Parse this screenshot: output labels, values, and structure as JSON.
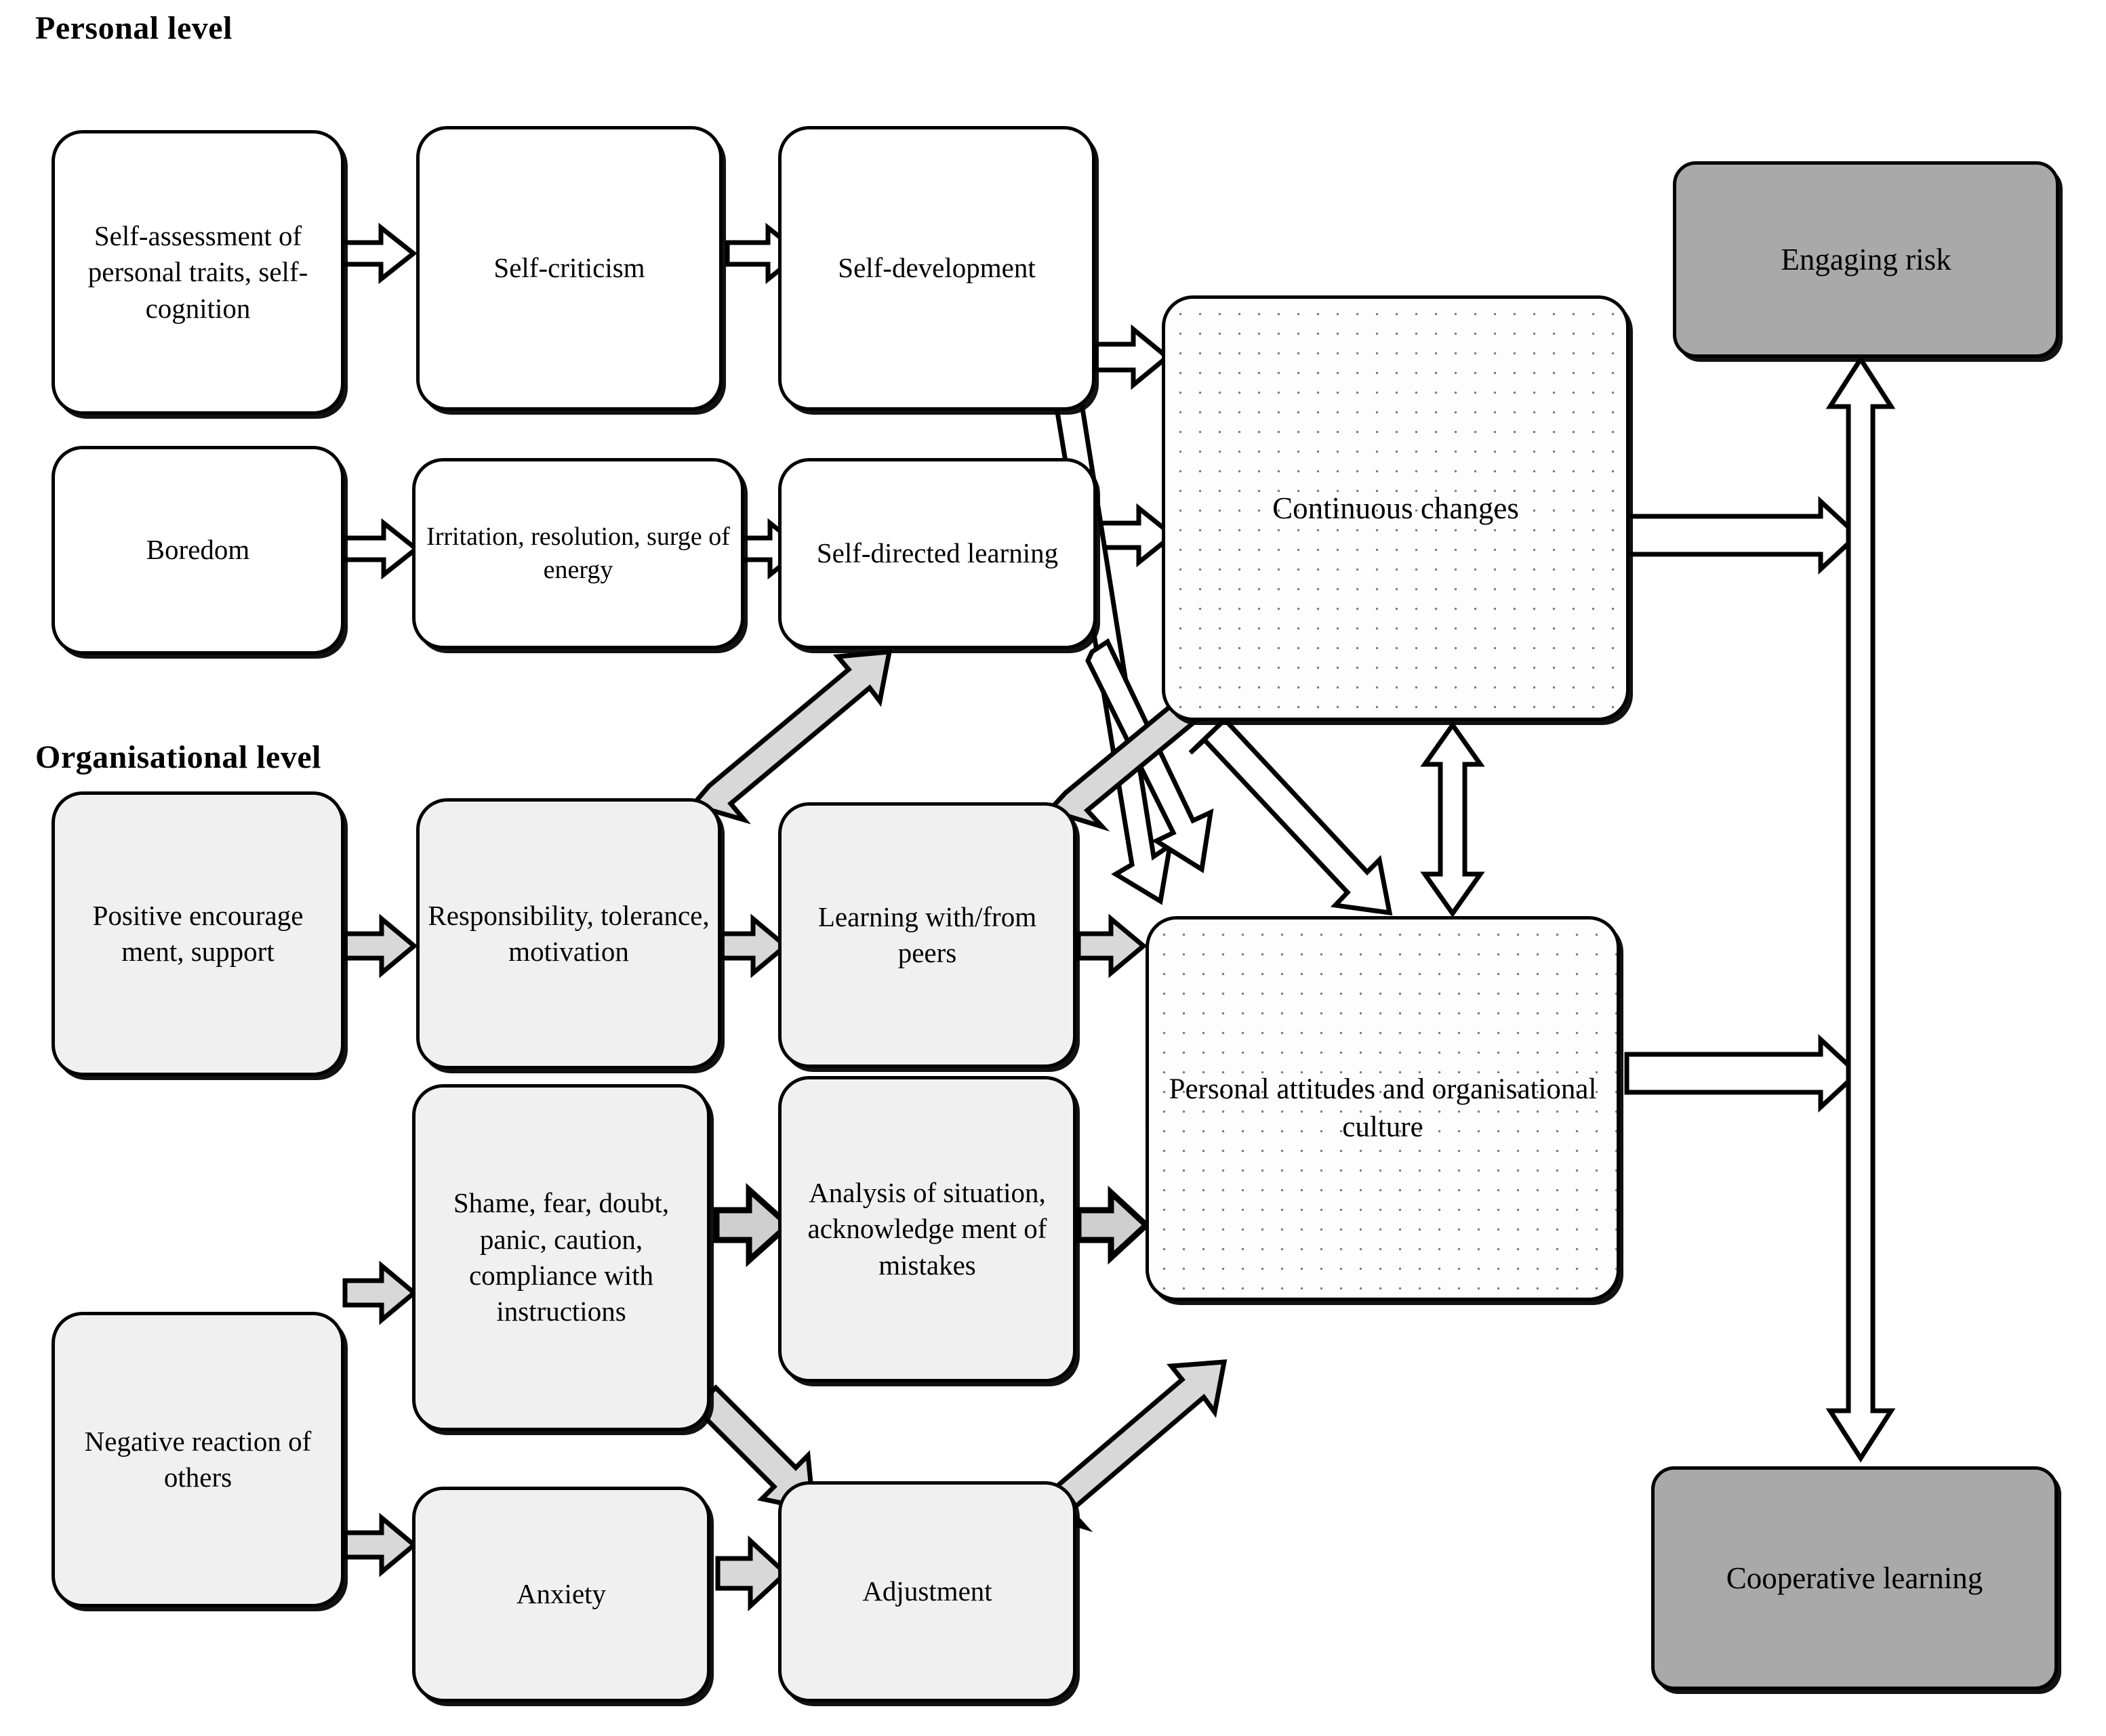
{
  "diagram": {
    "title_personal": "Personal level",
    "title_organisational": "Organisational level",
    "colors": {
      "outline": "#000000",
      "white_fill": "#ffffff",
      "light_fill": "#f0f0f0",
      "grey_fill": "#a9a9a9",
      "dotted_fill": "#fdfdfd",
      "dot_color": "#7a7a7a",
      "arrow_white": "#ffffff",
      "arrow_grey": "#d8d8d8"
    },
    "nodes": [
      {
        "id": "self-assessment",
        "label": "Self-assessment of personal traits, self-cognition",
        "style": "white",
        "level": "personal"
      },
      {
        "id": "self-criticism",
        "label": "Self-criticism",
        "style": "white",
        "level": "personal"
      },
      {
        "id": "self-development",
        "label": "Self-development",
        "style": "white",
        "level": "personal"
      },
      {
        "id": "boredom",
        "label": "Boredom",
        "style": "white",
        "level": "personal"
      },
      {
        "id": "irritation",
        "label": "Irritation, resolution, surge of energy",
        "style": "white",
        "level": "personal"
      },
      {
        "id": "self-directed-learning",
        "label": "Self-directed learning",
        "style": "white",
        "level": "personal"
      },
      {
        "id": "positive-encouragement",
        "label": "Positive encourage ment, support",
        "style": "light",
        "level": "organisational"
      },
      {
        "id": "responsibility",
        "label": "Responsibility, tolerance, motivation",
        "style": "light",
        "level": "organisational"
      },
      {
        "id": "learning-with-peers",
        "label": "Learning with/from peers",
        "style": "light",
        "level": "organisational"
      },
      {
        "id": "negative-reaction",
        "label": "Negative reaction of others",
        "style": "light",
        "level": "organisational"
      },
      {
        "id": "shame-fear",
        "label": "Shame, fear, doubt, panic, caution, compliance with instructions",
        "style": "light",
        "level": "organisational"
      },
      {
        "id": "analysis-of-situation",
        "label": "Analysis of situation, acknowledge ment of mistakes",
        "style": "light",
        "level": "organisational"
      },
      {
        "id": "anxiety",
        "label": "Anxiety",
        "style": "light",
        "level": "organisational"
      },
      {
        "id": "adjustment",
        "label": "Adjustment",
        "style": "light",
        "level": "organisational"
      },
      {
        "id": "continuous-changes",
        "label": "Continuous changes",
        "style": "dotted",
        "level": "outcome"
      },
      {
        "id": "personal-attitudes",
        "label": "Personal attitudes and organisational culture",
        "style": "dotted",
        "level": "outcome"
      },
      {
        "id": "engaging-risk",
        "label": "Engaging risk",
        "style": "grey",
        "level": "result"
      },
      {
        "id": "cooperative-learning",
        "label": "Cooperative learning",
        "style": "grey",
        "level": "result"
      }
    ],
    "edges": [
      {
        "from": "self-assessment",
        "to": "self-criticism",
        "kind": "block-arrow-white"
      },
      {
        "from": "self-criticism",
        "to": "self-development",
        "kind": "block-arrow-white"
      },
      {
        "from": "boredom",
        "to": "irritation",
        "kind": "block-arrow-white"
      },
      {
        "from": "irritation",
        "to": "self-directed-learning",
        "kind": "block-arrow-white"
      },
      {
        "from": "self-development",
        "to": "continuous-changes",
        "kind": "block-arrow-white"
      },
      {
        "from": "self-directed-learning",
        "to": "continuous-changes",
        "kind": "block-arrow-white"
      },
      {
        "from": "self-development",
        "to": "personal-attitudes",
        "kind": "block-arrow-white-diagonal"
      },
      {
        "from": "self-directed-learning",
        "to": "personal-attitudes",
        "kind": "block-arrow-white-diagonal"
      },
      {
        "from": "positive-encouragement",
        "to": "responsibility",
        "kind": "block-arrow-grey"
      },
      {
        "from": "responsibility",
        "to": "learning-with-peers",
        "kind": "block-arrow-grey"
      },
      {
        "from": "responsibility",
        "to": "self-directed-learning",
        "kind": "block-arrow-grey-diagonal"
      },
      {
        "from": "learning-with-peers",
        "to": "personal-attitudes",
        "kind": "block-arrow-grey"
      },
      {
        "from": "learning-with-peers",
        "to": "continuous-changes",
        "kind": "block-arrow-grey-diagonal"
      },
      {
        "from": "negative-reaction",
        "to": "shame-fear",
        "kind": "block-arrow-grey"
      },
      {
        "from": "negative-reaction",
        "to": "anxiety",
        "kind": "block-arrow-grey"
      },
      {
        "from": "shame-fear",
        "to": "analysis-of-situation",
        "kind": "block-arrow-dark"
      },
      {
        "from": "shame-fear",
        "to": "adjustment",
        "kind": "block-arrow-grey-diagonal"
      },
      {
        "from": "anxiety",
        "to": "adjustment",
        "kind": "block-arrow-grey"
      },
      {
        "from": "analysis-of-situation",
        "to": "personal-attitudes",
        "kind": "block-arrow-grey"
      },
      {
        "from": "adjustment",
        "to": "personal-attitudes",
        "kind": "block-arrow-grey-diagonal"
      },
      {
        "from": "personal-attitudes",
        "to": "continuous-changes",
        "kind": "block-arrow-white-diagonal"
      },
      {
        "from": "continuous-changes",
        "to": "personal-attitudes",
        "kind": "double-headed-vertical"
      },
      {
        "from": "continuous-changes",
        "to": "risk-axis",
        "kind": "block-arrow-white"
      },
      {
        "from": "personal-attitudes",
        "to": "risk-axis",
        "kind": "block-arrow-white"
      },
      {
        "from": "engaging-risk",
        "to": "cooperative-learning",
        "kind": "double-headed-vertical-long"
      }
    ]
  }
}
